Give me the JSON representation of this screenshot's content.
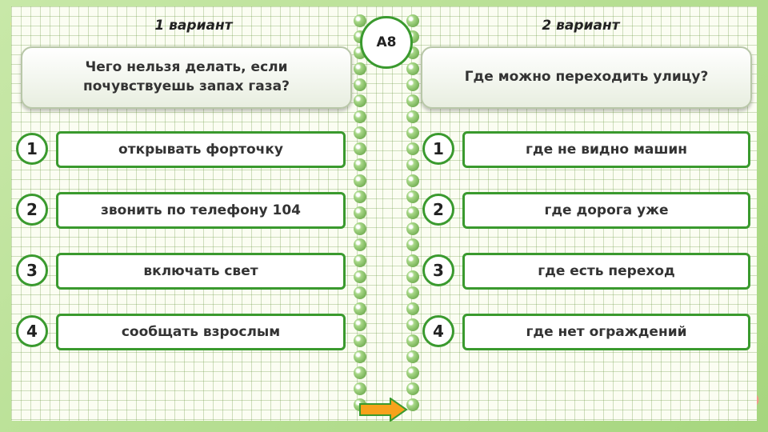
{
  "slide": {
    "badge": "А8",
    "left": {
      "variant_label": "1 вариант",
      "question": "Чего нельзя делать, если почувствуешь запах газа?",
      "answers": [
        {
          "num": "1",
          "text": "открывать форточку"
        },
        {
          "num": "2",
          "text": "звонить по телефону 104"
        },
        {
          "num": "3",
          "text": "включать свет"
        },
        {
          "num": "4",
          "text": "сообщать взрослым"
        }
      ]
    },
    "right": {
      "variant_label": "2 вариант",
      "question": "Где можно переходить улицу?",
      "answers": [
        {
          "num": "1",
          "text": "где не видно машин"
        },
        {
          "num": "2",
          "text": "где дорога уже"
        },
        {
          "num": "3",
          "text": "где есть переход"
        },
        {
          "num": "4",
          "text": "где нет ограждений"
        }
      ]
    }
  },
  "icons": {
    "next": "arrow-right-icon"
  },
  "colors": {
    "accent_green": "#3a9a2e",
    "arrow_orange": "#f7a21b",
    "background_green": "#bfe3a0"
  }
}
